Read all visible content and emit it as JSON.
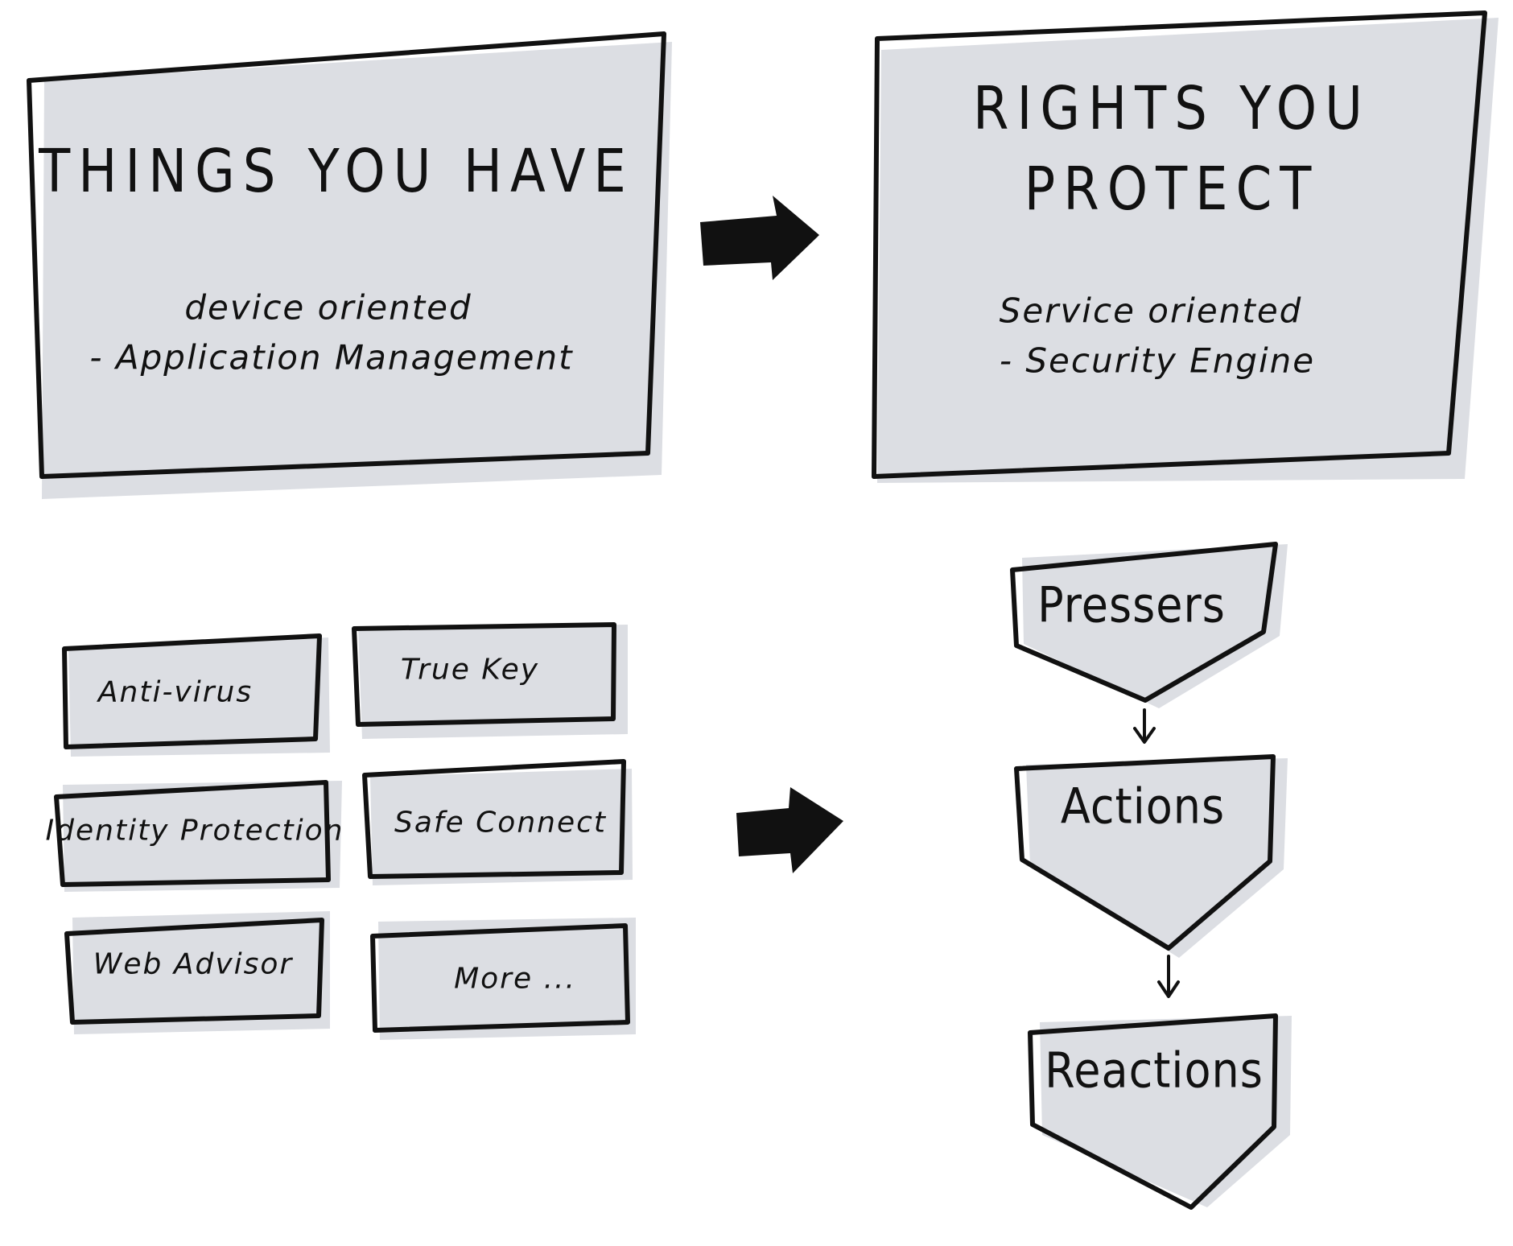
{
  "left_box": {
    "title": "THINGS YOU HAVE",
    "line1": "device oriented",
    "line2": "- Application Management"
  },
  "right_box": {
    "title_line1": "RIGHTS YOU",
    "title_line2": "PROTECT",
    "line1": "Service oriented",
    "line2": "- Security Engine"
  },
  "products": [
    {
      "label": "Anti-virus"
    },
    {
      "label": "True Key"
    },
    {
      "label": "Identity Protection"
    },
    {
      "label": "Safe Connect"
    },
    {
      "label": "Web Advisor"
    },
    {
      "label": "More ..."
    }
  ],
  "flow_steps": [
    {
      "label": "Pressers"
    },
    {
      "label": "Actions"
    },
    {
      "label": "Reactions"
    }
  ],
  "colors": {
    "ink": "#111111",
    "shadow": "#d9dbe1"
  }
}
